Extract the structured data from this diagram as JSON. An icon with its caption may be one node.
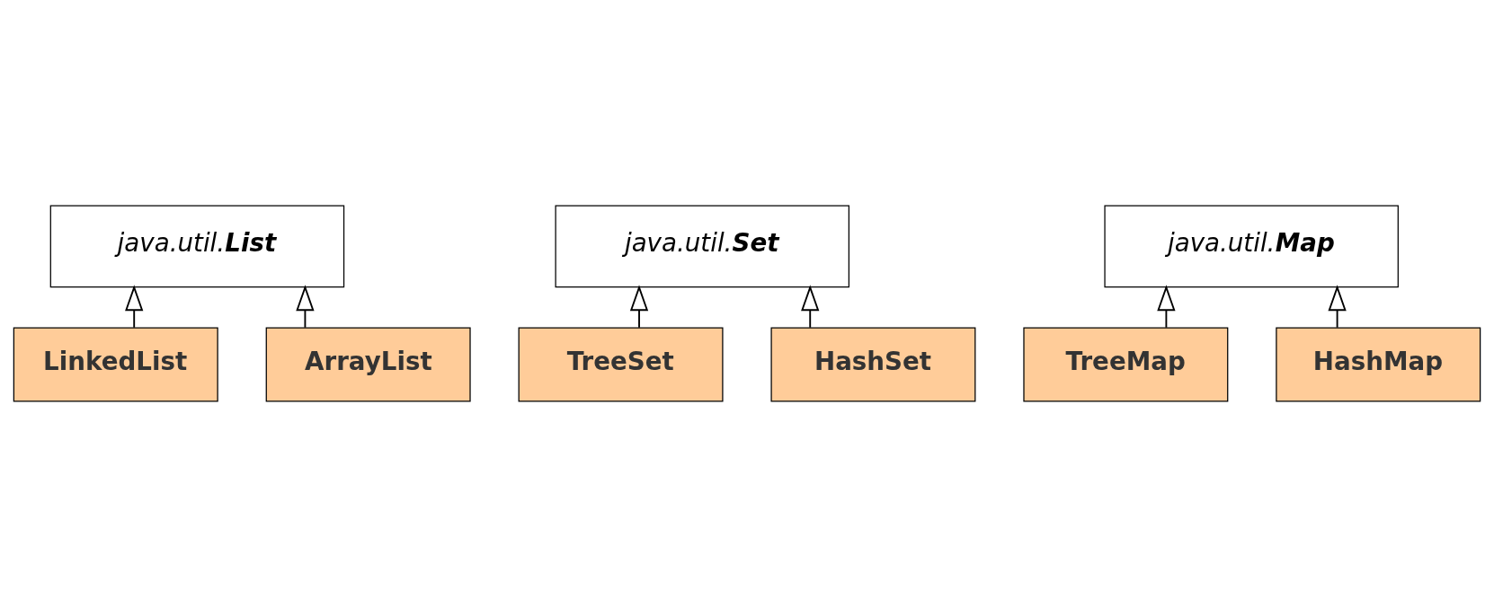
{
  "diagram": {
    "nodes": [
      {
        "text": [
          "java.util.**List**"
        ]
      },
      {
        "text": [
          "java.util.**Set**"
        ]
      },
      {
        "text": [
          "java.util.**Map**"
        ]
      },
      {
        "text": [
          "LinkedList"
        ]
      },
      {
        "text": [
          "TreeSet"
        ]
      },
      {
        "text": [
          "TreeMap"
        ]
      },
      {
        "text": [
          "ArrayList"
        ]
      },
      {
        "text": [
          "HashSet"
        ]
      },
      {
        "text": [
          "HashMap"
        ]
      }
    ],
    "edges": [
      {
        "from": 6,
        "to": 0,
        "arrow": "to"
      },
      {
        "from": 3,
        "to": 0,
        "arrow": "to"
      },
      {
        "from": 7,
        "to": 1,
        "arrow": "to"
      },
      {
        "from": 4,
        "to": 1,
        "arrow": "to"
      },
      {
        "from": 8,
        "to": 2,
        "arrow": "to"
      },
      {
        "from": 5,
        "to": 2,
        "arrow": "to"
      }
    ]
  }
}
